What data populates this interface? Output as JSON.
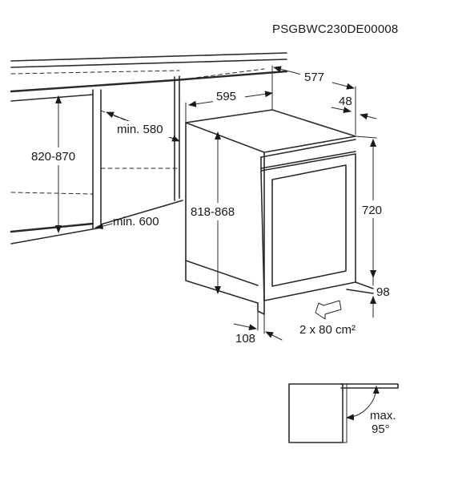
{
  "document_code": "PSGBWC230DE00008",
  "niche": {
    "height_label": "820-870",
    "depth_label": "min. 580",
    "width_label": "min. 600"
  },
  "appliance": {
    "width_label": "595",
    "depth_label": "577",
    "door_offset_label": "48",
    "height_label": "818-868",
    "door_height_label": "720",
    "plinth_height_label": "98",
    "plinth_depth_label": "108",
    "ventilation_label": "2 x 80 cm²"
  },
  "door_detail": {
    "angle_label": "max.",
    "angle_value": "95°"
  }
}
